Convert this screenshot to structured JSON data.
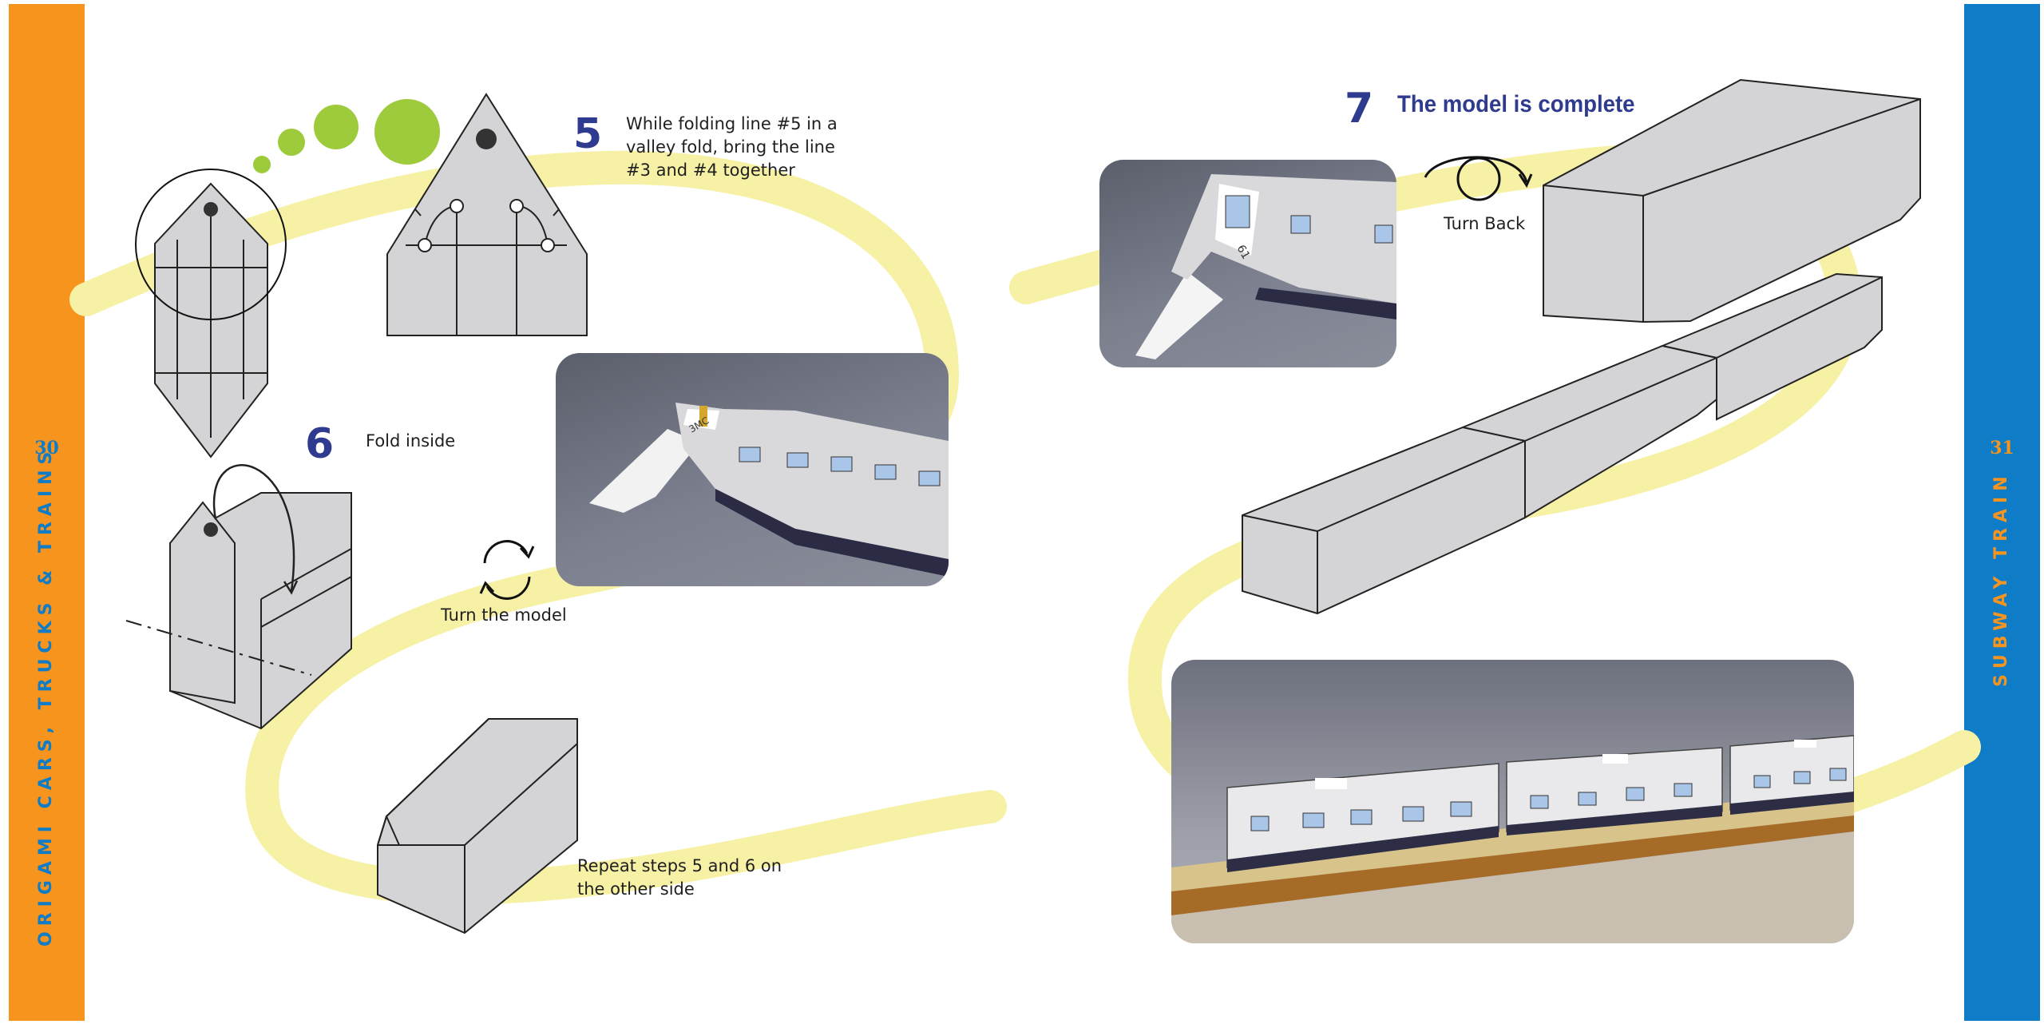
{
  "left_page": {
    "page_number": "30",
    "side_title": "ORIGAMI CARS, TRUCKS & TRAINS",
    "accent_color": "#f7941e",
    "text_color": "#0e7cc6"
  },
  "right_page": {
    "page_number": "31",
    "side_title": "SUBWAY TRAIN",
    "accent_color": "#0e7cc6",
    "text_color": "#f7941e"
  },
  "steps": {
    "step5": {
      "number": "5",
      "text_line1": "While folding line #5 in a",
      "text_line2": "valley fold, bring the line",
      "text_line3": "#3 and #4 together"
    },
    "step6": {
      "number": "6",
      "text": "Fold inside"
    },
    "turn_model": "Turn the model",
    "repeat_line1": "Repeat steps 5 and 6 on",
    "repeat_line2": "the other side",
    "step7": {
      "number": "7",
      "title": "The model is complete"
    },
    "turn_back": "Turn Back"
  },
  "photo_labels": {
    "car_label": "3MC",
    "car_number": "61"
  },
  "colors": {
    "highlight_path": "#f6f1a4",
    "green_dots": "#9dcb3b",
    "paper_gray": "#d4d3d5",
    "step_number": "#2e3b8e"
  },
  "icons": [
    "rotate-arrows-icon",
    "turn-back-icon",
    "green-dots-decoration"
  ]
}
